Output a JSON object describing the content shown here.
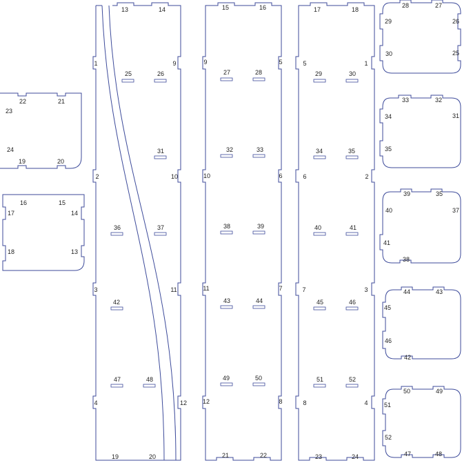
{
  "pieces": [
    {
      "id": "panel-a-small",
      "labels": [
        "22",
        "21",
        "23",
        "24",
        "19",
        "20"
      ]
    },
    {
      "id": "panel-b-small",
      "labels": [
        "16",
        "15",
        "17",
        "14",
        "18",
        "13"
      ]
    },
    {
      "id": "strip-1",
      "labels": [
        "1",
        "2",
        "3",
        "4"
      ]
    },
    {
      "id": "panel-c-tall",
      "labels": [
        "13",
        "14",
        "9",
        "10",
        "11",
        "12",
        "19",
        "20",
        "25",
        "26",
        "31",
        "36",
        "37",
        "42",
        "47",
        "48"
      ]
    },
    {
      "id": "panel-d-tall",
      "labels": [
        "15",
        "16",
        "9",
        "5",
        "10",
        "6",
        "11",
        "7",
        "12",
        "8",
        "21",
        "22",
        "27",
        "28",
        "32",
        "33",
        "38",
        "39",
        "43",
        "44",
        "49",
        "50"
      ]
    },
    {
      "id": "panel-e-tall",
      "labels": [
        "17",
        "18",
        "5",
        "1",
        "6",
        "2",
        "7",
        "3",
        "8",
        "4",
        "23",
        "24",
        "29",
        "30",
        "34",
        "35",
        "40",
        "41",
        "45",
        "46",
        "51",
        "52"
      ]
    },
    {
      "id": "panel-f-right-1",
      "labels": [
        "28",
        "27",
        "29",
        "26",
        "30",
        "25"
      ]
    },
    {
      "id": "panel-g-right-2",
      "labels": [
        "33",
        "32",
        "34",
        "31",
        "35"
      ]
    },
    {
      "id": "panel-h-right-3",
      "labels": [
        "39",
        "35",
        "40",
        "37",
        "41",
        "38"
      ]
    },
    {
      "id": "panel-i-right-4",
      "labels": [
        "44",
        "43",
        "45",
        "46",
        "42"
      ]
    },
    {
      "id": "panel-j-right-5",
      "labels": [
        "50",
        "49",
        "51",
        "52",
        "47",
        "48"
      ]
    }
  ]
}
